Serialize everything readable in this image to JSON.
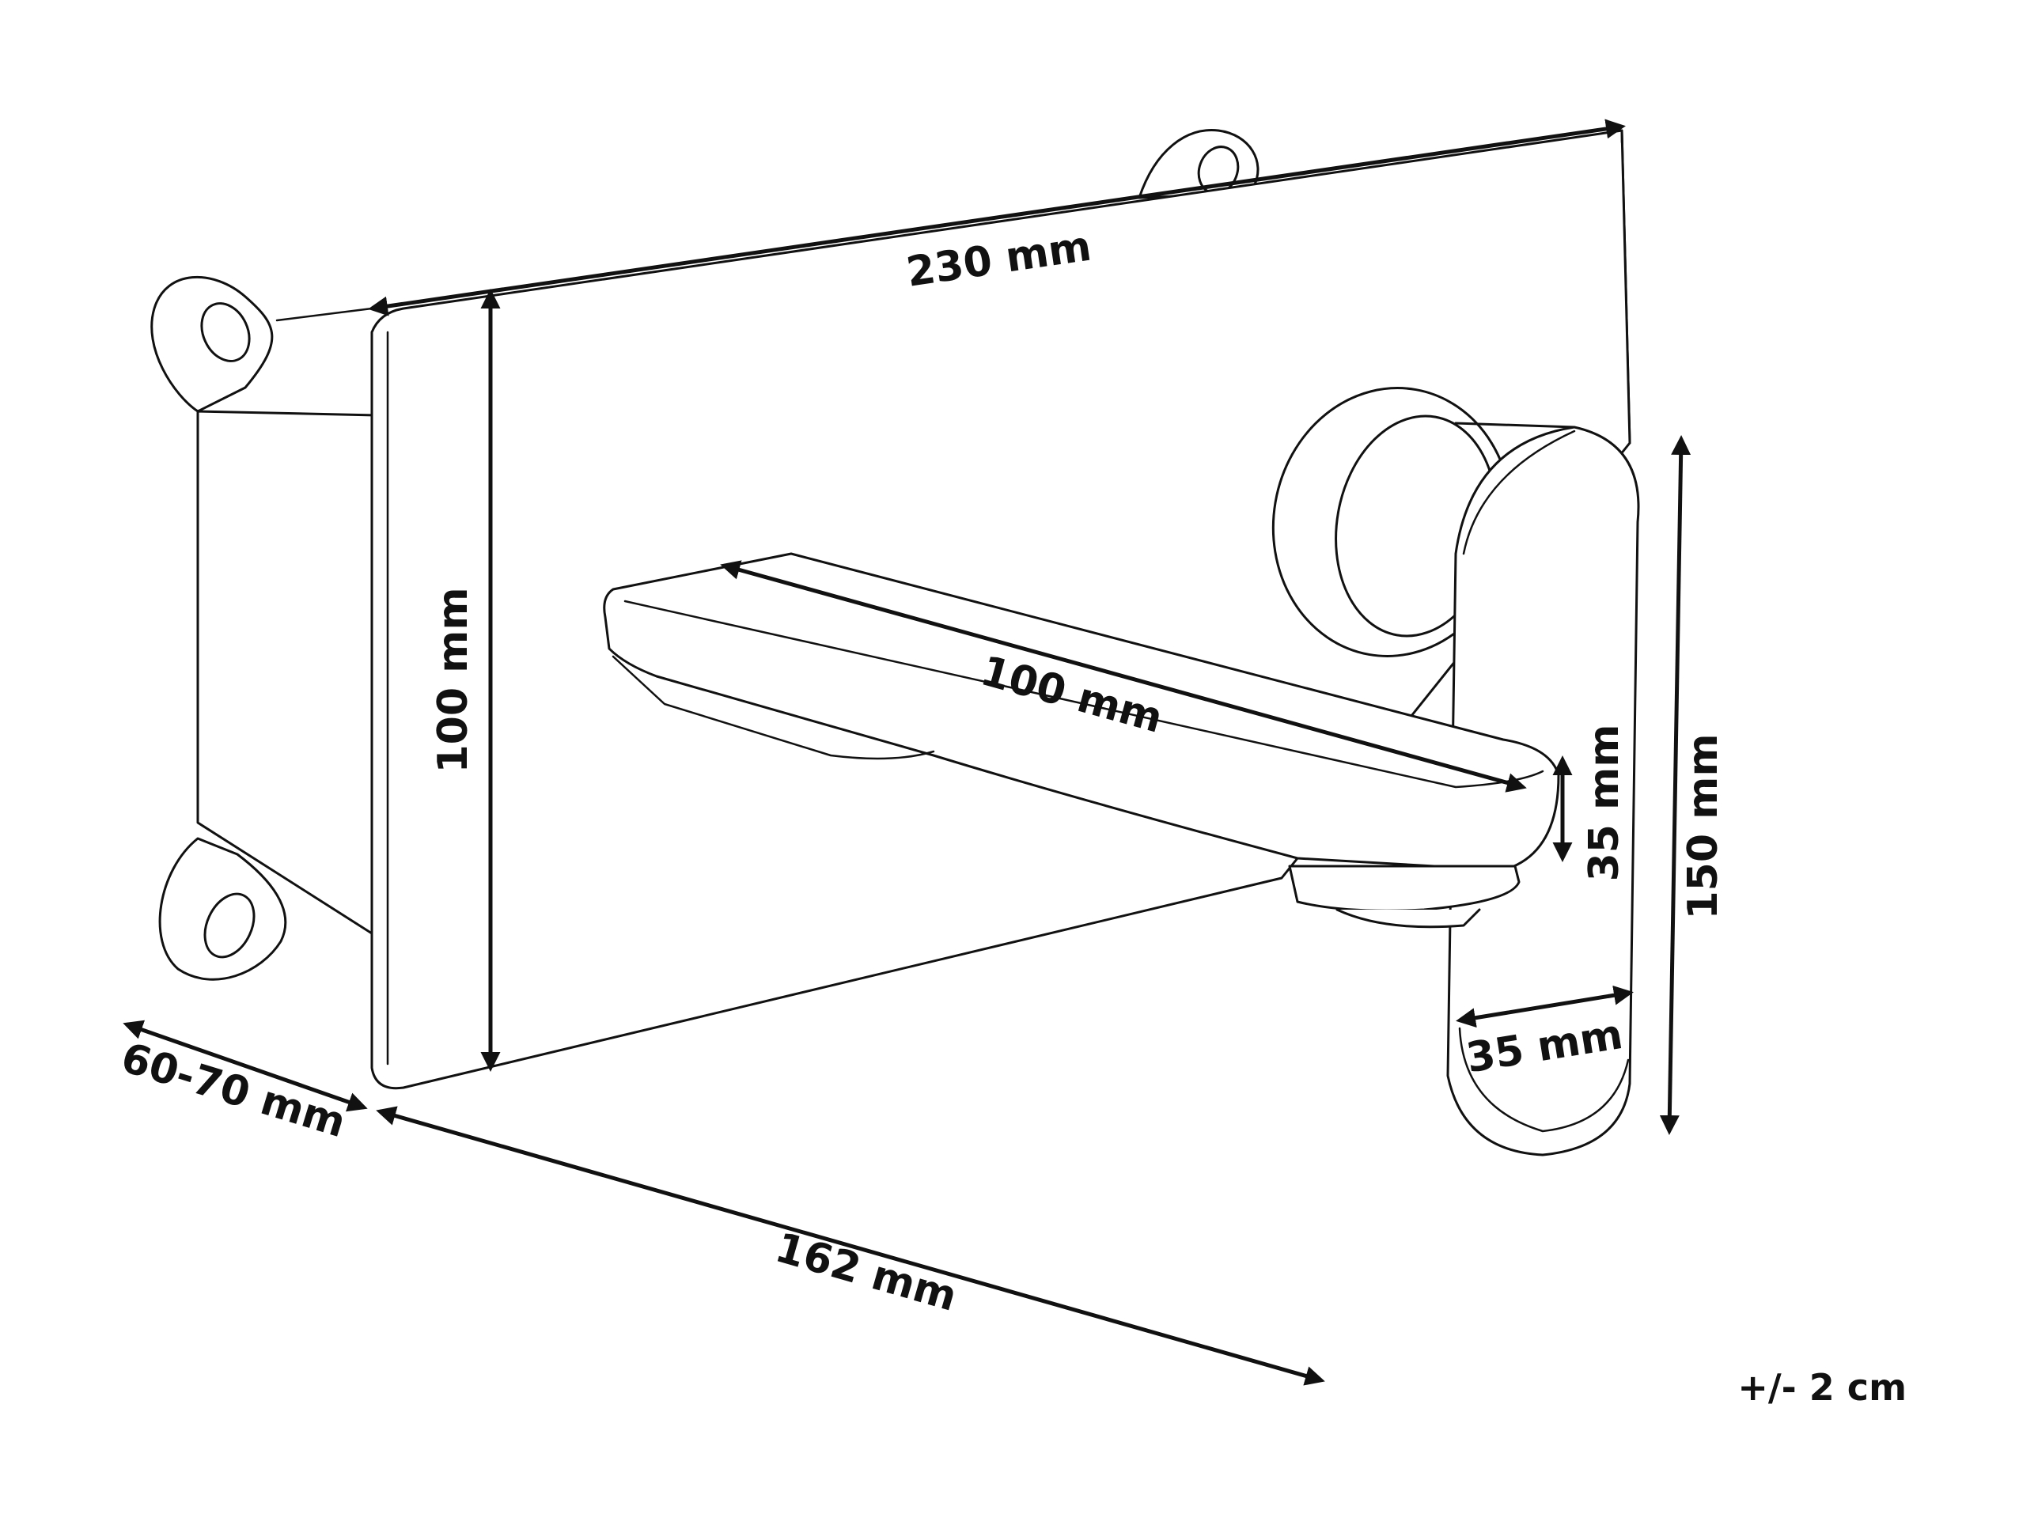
{
  "dimensions": {
    "panel_width": "230 mm",
    "panel_height": "100 mm",
    "depth_box": "60-70 mm",
    "total_length": "162 mm",
    "spout_length": "100 mm",
    "spout_thickness": "35 mm",
    "handle_height": "150 mm",
    "handle_width": "35 mm"
  },
  "tolerance": "+/- 2 cm",
  "colors": {
    "line": "#111111",
    "background": "#ffffff"
  }
}
